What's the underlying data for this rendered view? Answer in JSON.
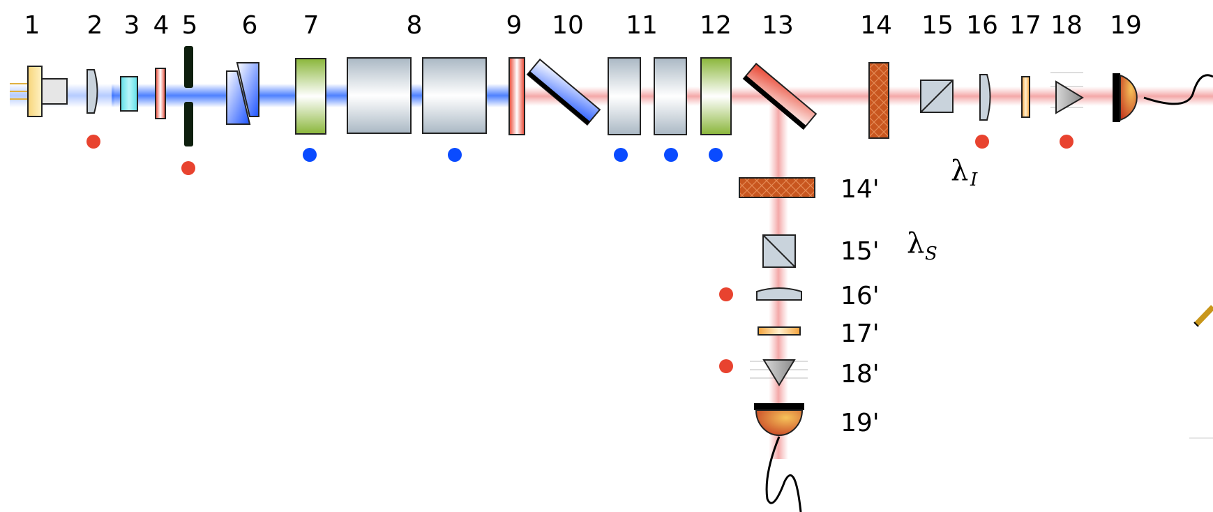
{
  "labels": {
    "top": [
      "1",
      "2",
      "3",
      "4",
      "5",
      "6",
      "7",
      "8",
      "9",
      "10",
      "11",
      "12",
      "13",
      "14",
      "15",
      "16",
      "17",
      "18",
      "19"
    ],
    "branch": [
      "14'",
      "15'",
      "16'",
      "17'",
      "18'",
      "19'"
    ]
  },
  "wavelengths": {
    "idler_symbol": "λ",
    "idler_subscript": "I",
    "signal_symbol": "λ",
    "signal_subscript": "S"
  },
  "colors": {
    "pump_beam": "#2f6bff",
    "output_beam": "#f2a0a0",
    "red_marker": "#e8432f",
    "blue_marker": "#0a4bff",
    "crystal": "#c8561f",
    "green_element": "#8ab63a",
    "lens": "#c9d3dc",
    "detector": "#d9692a"
  },
  "icons": [
    "laser-diode-icon",
    "lens-icon",
    "filter-icon",
    "aperture-icon",
    "wedge-prism-icon",
    "mirror-icon",
    "crystal-icon",
    "beam-splitter-cube-icon",
    "prism-icon",
    "detector-icon",
    "fiber-cable-icon"
  ]
}
